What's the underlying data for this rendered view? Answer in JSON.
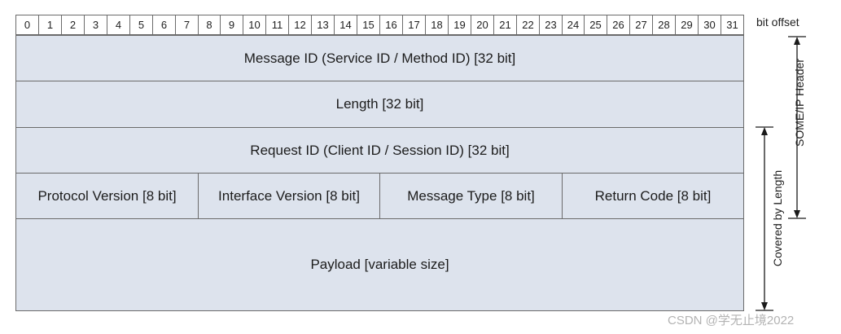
{
  "bit_offsets": [
    "0",
    "1",
    "2",
    "3",
    "4",
    "5",
    "6",
    "7",
    "8",
    "9",
    "10",
    "11",
    "12",
    "13",
    "14",
    "15",
    "16",
    "17",
    "18",
    "19",
    "20",
    "21",
    "22",
    "23",
    "24",
    "25",
    "26",
    "27",
    "28",
    "29",
    "30",
    "31"
  ],
  "bit_offset_label": "bit offset",
  "rows": [
    {
      "fields": [
        {
          "label": "Message ID (Service ID / Method ID) [32 bit]",
          "bits": 32
        }
      ]
    },
    {
      "fields": [
        {
          "label": "Length [32 bit]",
          "bits": 32
        }
      ]
    },
    {
      "fields": [
        {
          "label": "Request ID (Client ID / Session ID) [32 bit]",
          "bits": 32
        }
      ]
    },
    {
      "fields": [
        {
          "label": "Protocol Version [8 bit]",
          "bits": 8
        },
        {
          "label": "Interface Version [8 bit]",
          "bits": 8
        },
        {
          "label": "Message Type [8 bit]",
          "bits": 8
        },
        {
          "label": "Return Code [8 bit]",
          "bits": 8
        }
      ]
    },
    {
      "fields": [
        {
          "label": "Payload [variable size]",
          "bits": 32
        }
      ]
    }
  ],
  "brackets": {
    "header_label": "SOME/IP Header",
    "length_label": "Covered by Length"
  },
  "watermark": "CSDN @学无止境2022",
  "colors": {
    "field_fill": "#dde3ed",
    "border": "#6b6b6b",
    "arrow": "#1a1a1a"
  }
}
